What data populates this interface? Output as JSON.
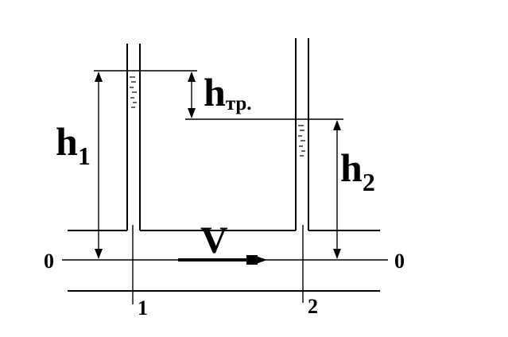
{
  "labels": {
    "h1_main": "h",
    "h1_sub": "1",
    "h2_main": "h",
    "h2_sub": "2",
    "htr_main": "h",
    "htr_sub": "тр.",
    "velocity": "V",
    "axis_left": "0",
    "axis_right": "0",
    "section_1": "1",
    "section_2": "2"
  }
}
